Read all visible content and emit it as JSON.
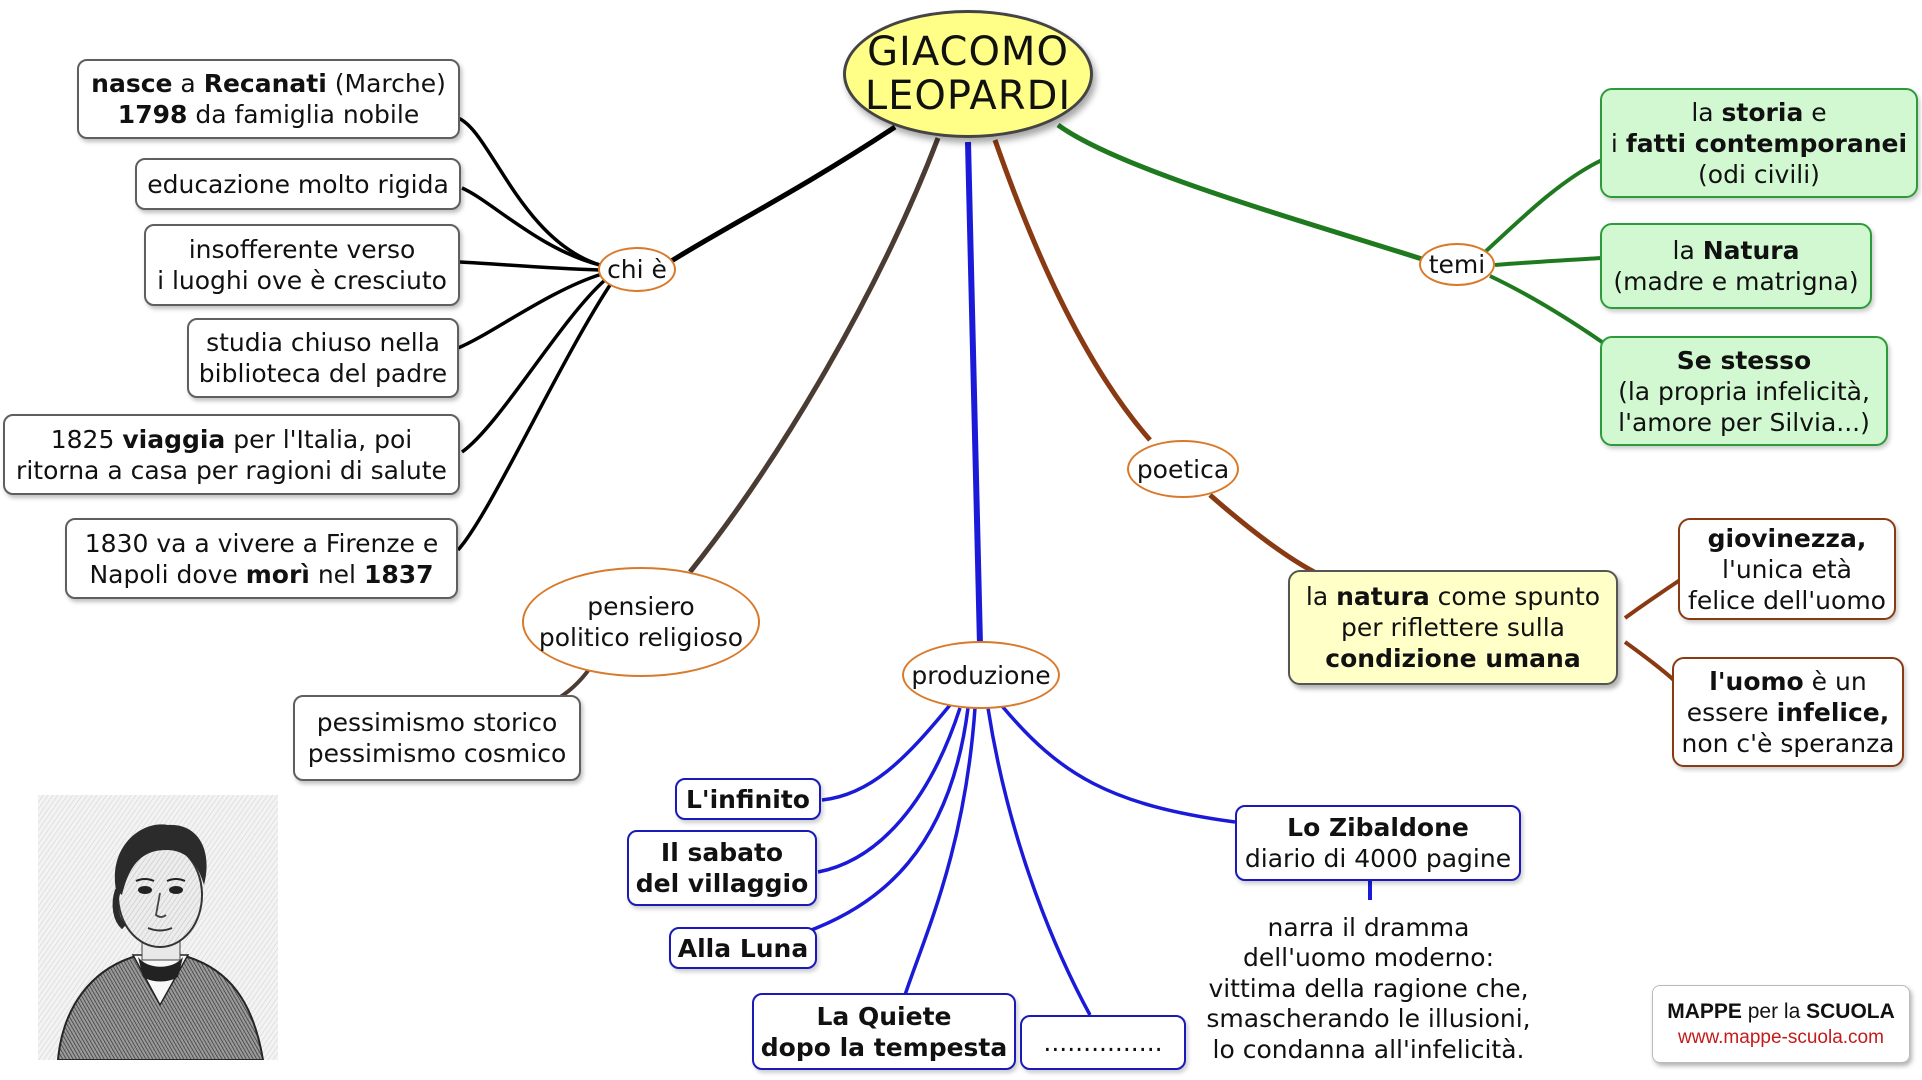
{
  "title": {
    "line1": "GIACOMO",
    "line2": "LEOPARDI"
  },
  "branches": {
    "chi_e": "chi è",
    "temi": "temi",
    "poetica": "poetica",
    "pensiero": {
      "line1": "pensiero",
      "line2": "politico religioso"
    },
    "produzione": "produzione"
  },
  "chi_e_items": {
    "nasce": {
      "b1": "nasce",
      "t1": " a ",
      "b2": "Recanati",
      "t2": " (Marche)",
      "b3": "1798",
      "t3": " da famiglia nobile"
    },
    "educazione": "educazione molto rigida",
    "insofferente": {
      "line1": "insofferente verso",
      "line2": "i luoghi ove è cresciuto"
    },
    "studia": {
      "line1": "studia chiuso nella",
      "line2": "biblioteca del padre"
    },
    "viaggia": {
      "t1": "1825 ",
      "b1": "viaggia",
      "t2": " per l'Italia, poi",
      "line2": "ritorna a casa per ragioni di salute"
    },
    "firenze": {
      "line1": "1830 va a vivere a Firenze e",
      "t1": "Napoli dove ",
      "b1": "morì",
      "t2": " nel ",
      "b2": "1837"
    }
  },
  "temi_items": {
    "storia": {
      "t1": "la ",
      "b1": "storia",
      "t2": " e",
      "t3": "i ",
      "b2": "fatti contemporanei",
      "line3": "(odi civili)"
    },
    "natura": {
      "t1": "la ",
      "b1": "Natura",
      "line2": "(madre e matrigna)"
    },
    "se_stesso": {
      "b1": "Se stesso",
      "line2": "(la propria infelicità,",
      "line3": "l'amore per Silvia...)"
    }
  },
  "poetica_items": {
    "natura_spunto": {
      "t1": "la ",
      "b1": "natura",
      "t2": " come spunto",
      "line2": "per riflettere sulla",
      "b2": "condizione umana"
    },
    "giovinezza": {
      "b1": "giovinezza,",
      "line2": "l'unica età",
      "line3": "felice dell'uomo"
    },
    "uomo": {
      "b1": "l'uomo",
      "t1": " è un",
      "t2": "essere ",
      "b2": "infelice,",
      "line3": "non c'è speranza"
    }
  },
  "pensiero_items": {
    "line1": "pessimismo storico",
    "line2": "pessimismo cosmico"
  },
  "produzione_items": {
    "infinito": "L'infinito",
    "sabato": {
      "line1": "Il sabato",
      "line2": "del villaggio"
    },
    "luna": "Alla Luna",
    "quiete": {
      "line1": "La Quiete",
      "line2": "dopo la tempesta"
    },
    "dots": "...............",
    "zibaldone": {
      "b1": "Lo Zibaldone",
      "line2": "diario di 4000 pagine"
    },
    "dramma": {
      "line1": "narra il dramma",
      "line2": "dell'uomo moderno:",
      "line3": "vittima della ragione che,",
      "line4": "smascherando le illusioni,",
      "line5": "lo condanna all'infelicità."
    }
  },
  "logo": {
    "brand1": "MAPPE",
    "mid": " per la ",
    "brand2": "SCUOLA",
    "url": "www.mappe-scuola.com"
  },
  "colors": {
    "black_branch": "#000000",
    "brown_branch": "#4a3b33",
    "blue_branch": "#1a1ad8",
    "rust_branch": "#8a3a12",
    "green_branch": "#1f7a1f",
    "title_fill": "#ffff88",
    "green_fill": "#d2f8d2",
    "yellow_fill": "#ffffc8",
    "oval_border": "#d97a2a"
  }
}
